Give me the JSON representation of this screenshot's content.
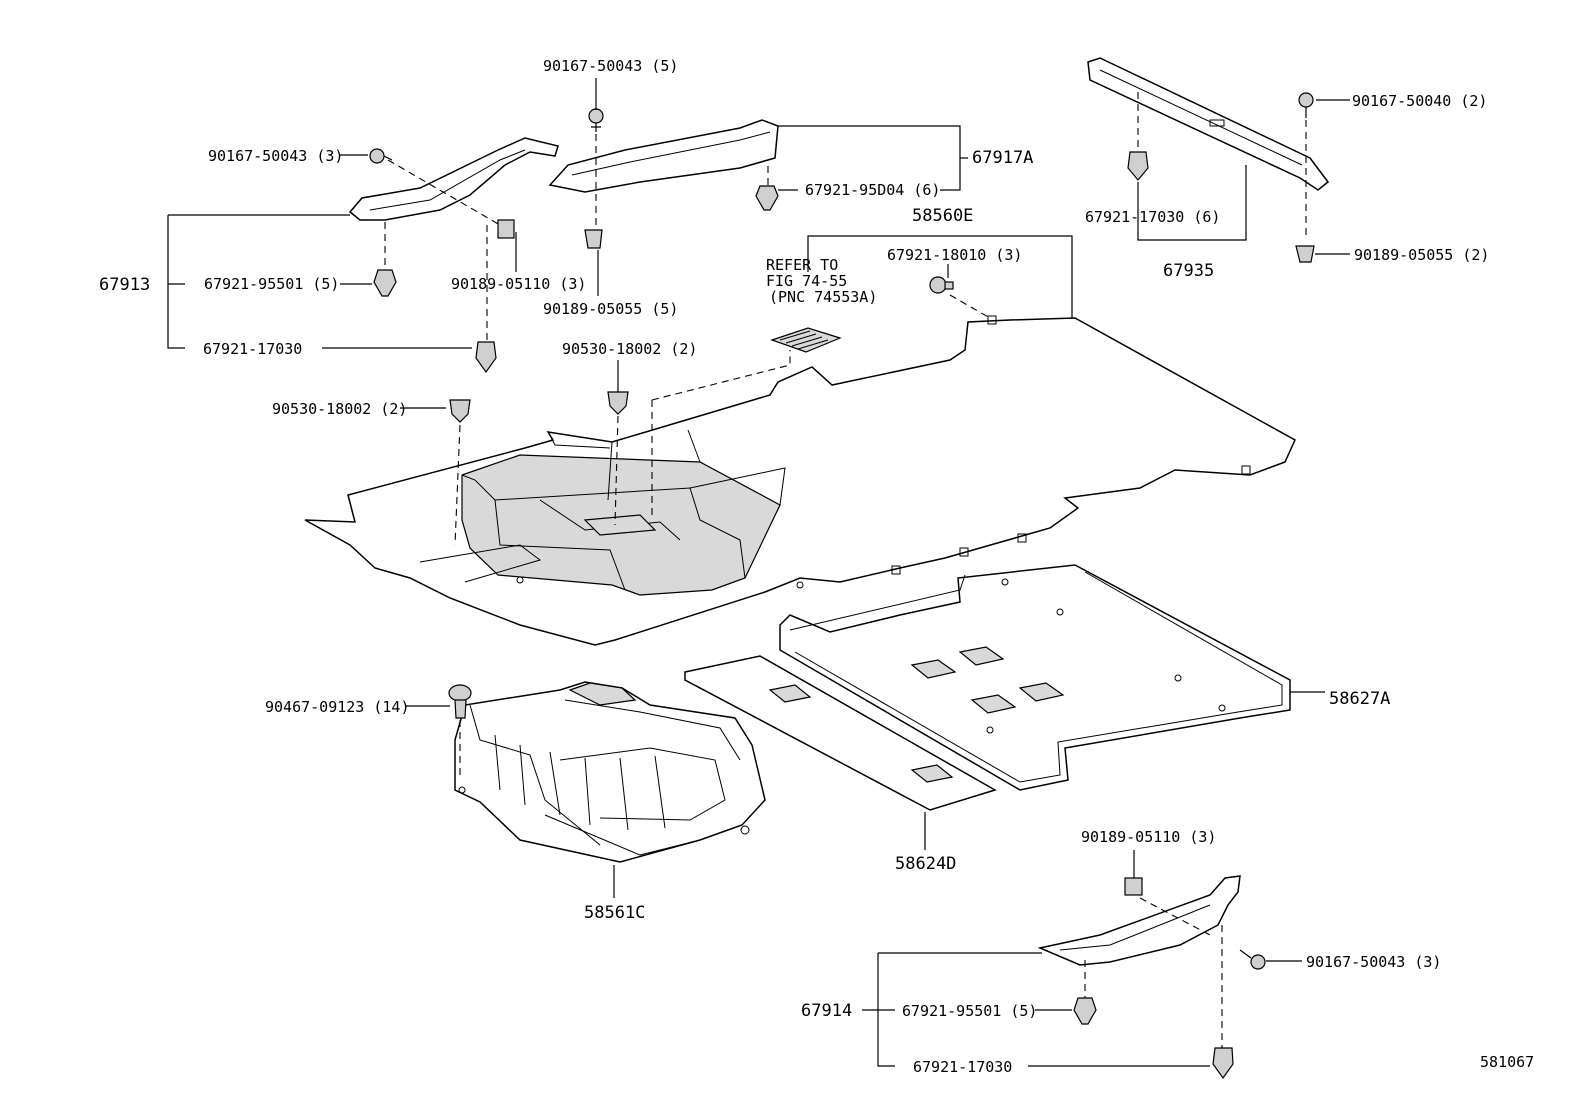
{
  "labels": {
    "p1": "90167-50043 (5)",
    "p2": "90167-50043 (3)",
    "p3": "67917A",
    "p4": "67921-95D04 (6)",
    "p5": "58560E",
    "p6": "67913",
    "p7": "67921-95501 (5)",
    "p8": "90189-05110 (3)",
    "p9": "90189-05055 (5)",
    "p10": "67921-17030",
    "p11": "90530-18002 (2)",
    "p12": "90530-18002 (2)",
    "p13": "67921-18010 (3)",
    "p14": "67921-17030 (6)",
    "p15": "67935",
    "p16": "90167-50040 (2)",
    "p17": "90189-05055 (2)",
    "p18": "58627A",
    "p19": "90467-09123 (14)",
    "p20": "58624D",
    "p21": "58561C",
    "p22": "90189-05110 (3)",
    "p23": "90167-50043 (3)",
    "p24": "67914",
    "p25": "67921-95501 (5)",
    "p26": "67921-17030",
    "diagram_id": "581067"
  },
  "refer_note": {
    "line1": "REFER TO",
    "line2": "FIG 74-55",
    "line3": "(PNC 74553A)"
  }
}
